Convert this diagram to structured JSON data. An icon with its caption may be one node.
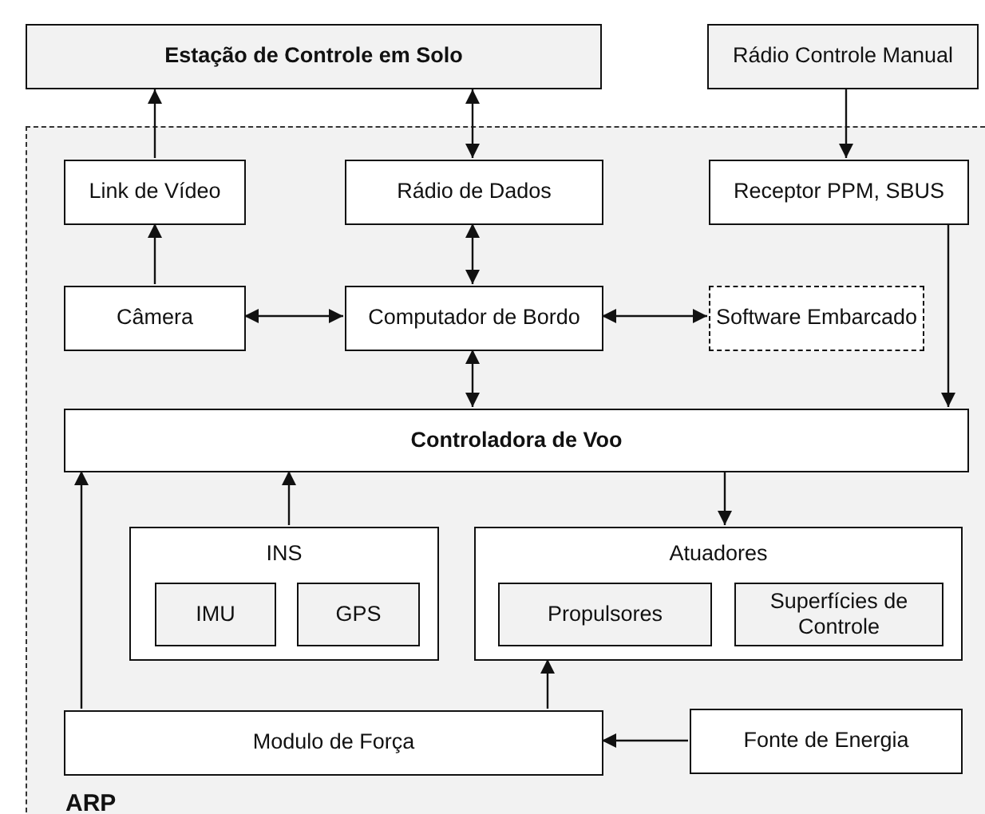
{
  "diagram": {
    "nodes": [
      {
        "text": [
          "Estação de Controle em Solo"
        ]
      },
      {
        "text": [
          "Rádio Controle Manual"
        ]
      },
      {
        "text": [
          "ARP"
        ]
      },
      {
        "text": [
          "Link de Vídeo"
        ],
        "in": 2
      },
      {
        "text": [
          "Rádio de Dados"
        ],
        "in": 2
      },
      {
        "text": [
          "Receptor PPM, SBUS"
        ],
        "in": 2
      },
      {
        "text": [
          "Câmera"
        ],
        "in": 2
      },
      {
        "text": [
          "Computador de Bordo"
        ],
        "in": 2
      },
      {
        "text": [
          "Software Embarcado"
        ],
        "in": 2
      },
      {
        "text": [
          "Controladora de Voo"
        ],
        "in": 2
      },
      {
        "text": [
          "INS"
        ],
        "in": 2
      },
      {
        "text": [
          "IMU"
        ],
        "in": 10
      },
      {
        "text": [
          "GPS"
        ],
        "in": 10
      },
      {
        "text": [
          "Atuadores"
        ],
        "in": 2
      },
      {
        "text": [
          "Propulsores"
        ],
        "in": 13
      },
      {
        "text": [
          "Superfícies de Controle"
        ],
        "in": 13
      },
      {
        "text": [
          "Modulo de Força"
        ],
        "in": 2
      },
      {
        "text": [
          "Fonte de Energia"
        ],
        "in": 2
      }
    ],
    "edges": [
      {
        "from": 3,
        "to": 0,
        "arrow": "to"
      },
      {
        "from": 4,
        "to": 0,
        "arrow": "both"
      },
      {
        "from": 1,
        "to": 5,
        "arrow": "to"
      },
      {
        "from": 6,
        "to": 3,
        "arrow": "to"
      },
      {
        "from": 7,
        "to": 4,
        "arrow": "both"
      },
      {
        "from": 7,
        "to": 6,
        "arrow": "both"
      },
      {
        "from": 7,
        "to": 8,
        "arrow": "both"
      },
      {
        "from": 7,
        "to": 9,
        "arrow": "both"
      },
      {
        "from": 5,
        "to": 9,
        "arrow": "to"
      },
      {
        "from": 10,
        "to": 9,
        "arrow": "to"
      },
      {
        "from": 9,
        "to": 13,
        "arrow": "to"
      },
      {
        "from": 16,
        "to": 9,
        "arrow": "to"
      },
      {
        "from": 16,
        "to": 13,
        "arrow": "to"
      },
      {
        "from": 17,
        "to": 16,
        "arrow": "to"
      }
    ]
  }
}
